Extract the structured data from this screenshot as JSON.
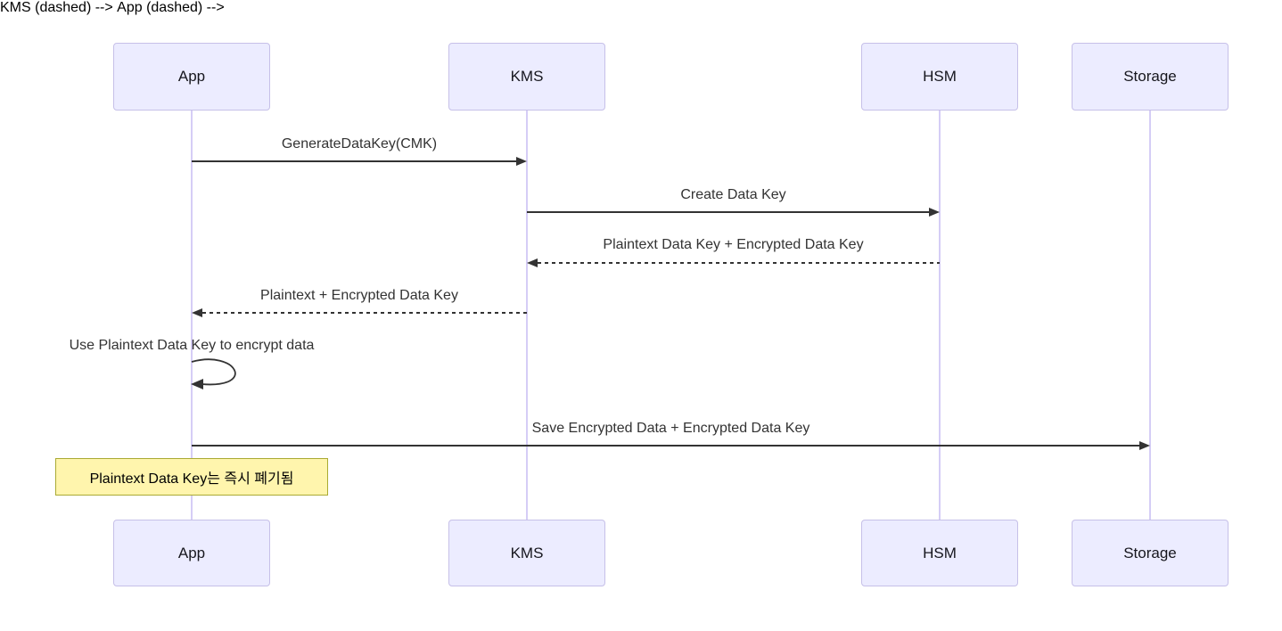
{
  "diagram": {
    "type": "sequence-diagram",
    "actors": [
      {
        "label": "App"
      },
      {
        "label": "KMS"
      },
      {
        "label": "HSM"
      },
      {
        "label": "Storage"
      }
    ],
    "messages": [
      {
        "from": "App",
        "to": "KMS",
        "label": "GenerateDataKey(CMK)",
        "style": "solid-arrow"
      },
      {
        "from": "KMS",
        "to": "HSM",
        "label": "Create Data Key",
        "style": "solid-arrow"
      },
      {
        "from": "HSM",
        "to": "KMS",
        "label": "Plaintext Data Key + Encrypted Data Key",
        "style": "dashed-arrow"
      },
      {
        "from": "KMS",
        "to": "App",
        "label": "Plaintext + Encrypted Data Key",
        "style": "dashed-arrow"
      },
      {
        "from": "App",
        "to": "App",
        "label": "Use Plaintext Data Key to encrypt data",
        "style": "self-loop"
      },
      {
        "from": "App",
        "to": "Storage",
        "label": "Save Encrypted Data + Encrypted Data Key",
        "style": "solid-arrow"
      }
    ],
    "note": {
      "over": "App",
      "text": "Plaintext Data Key는 즉시 폐기됨"
    },
    "colors": {
      "actor_fill": "#ECECFF",
      "actor_border": "#c6c0e8",
      "lifeline": "#d5cdf6",
      "message_line": "#333333",
      "message_text": "#333333",
      "note_fill": "#fff5ad",
      "note_border": "#aaaa33",
      "note_text": "#000000",
      "background": "#ffffff"
    }
  }
}
